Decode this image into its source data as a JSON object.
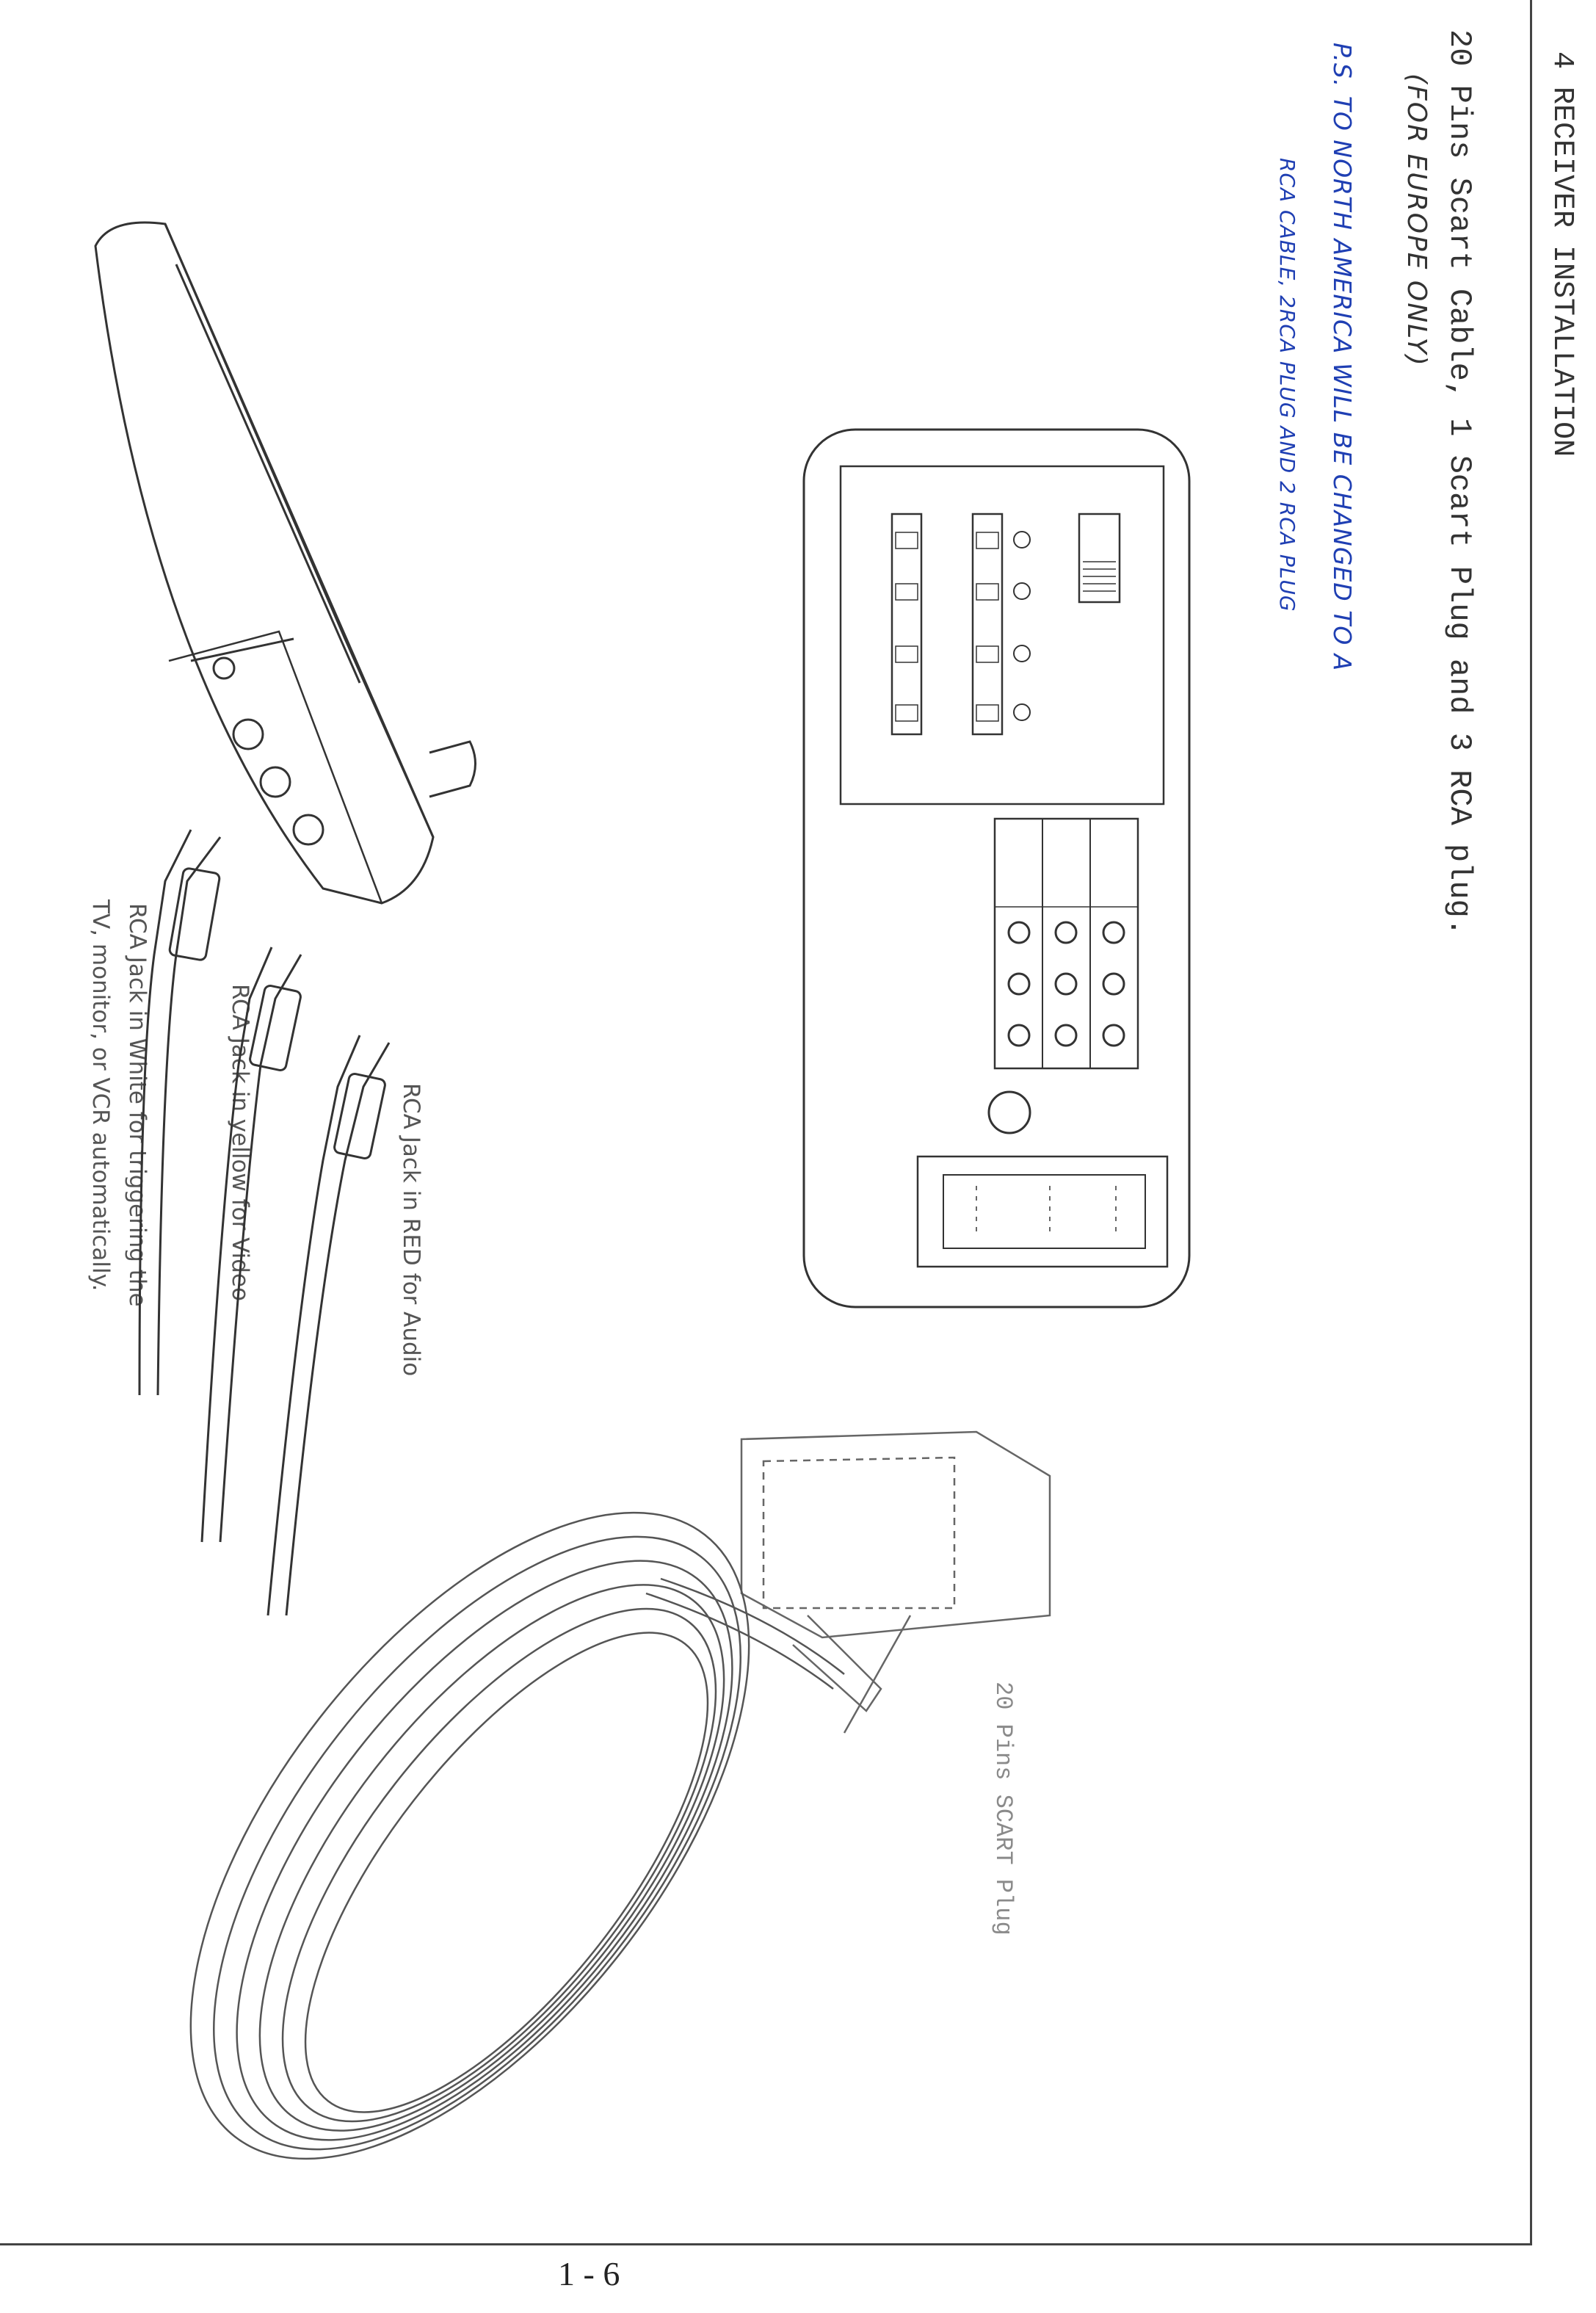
{
  "header": {
    "section_title": "4 RECEIVER INSTALLATION"
  },
  "intro": {
    "line1": "20 Pins Scart Cable, 1 Scart Plug and 3 RCA plug.",
    "line2": "(FOR EUROPE ONLY)"
  },
  "note": {
    "line1": "P.S.  TO NORTH AMERICA WILL BE CHANGED TO A",
    "line2": "RCA CABLE, 2RCA PLUG AND 2 RCA PLUG"
  },
  "callouts": {
    "red": "RCA Jack in RED for Audio",
    "yellow": "RCA Jack in yellow for Video",
    "white_line1": "RCA Jack in White for triggering the",
    "white_line2": "TV, monitor, or VCR automatically.",
    "scart": "20 Pins SCART Plug"
  },
  "footer": {
    "page_number": "1 - 6"
  }
}
